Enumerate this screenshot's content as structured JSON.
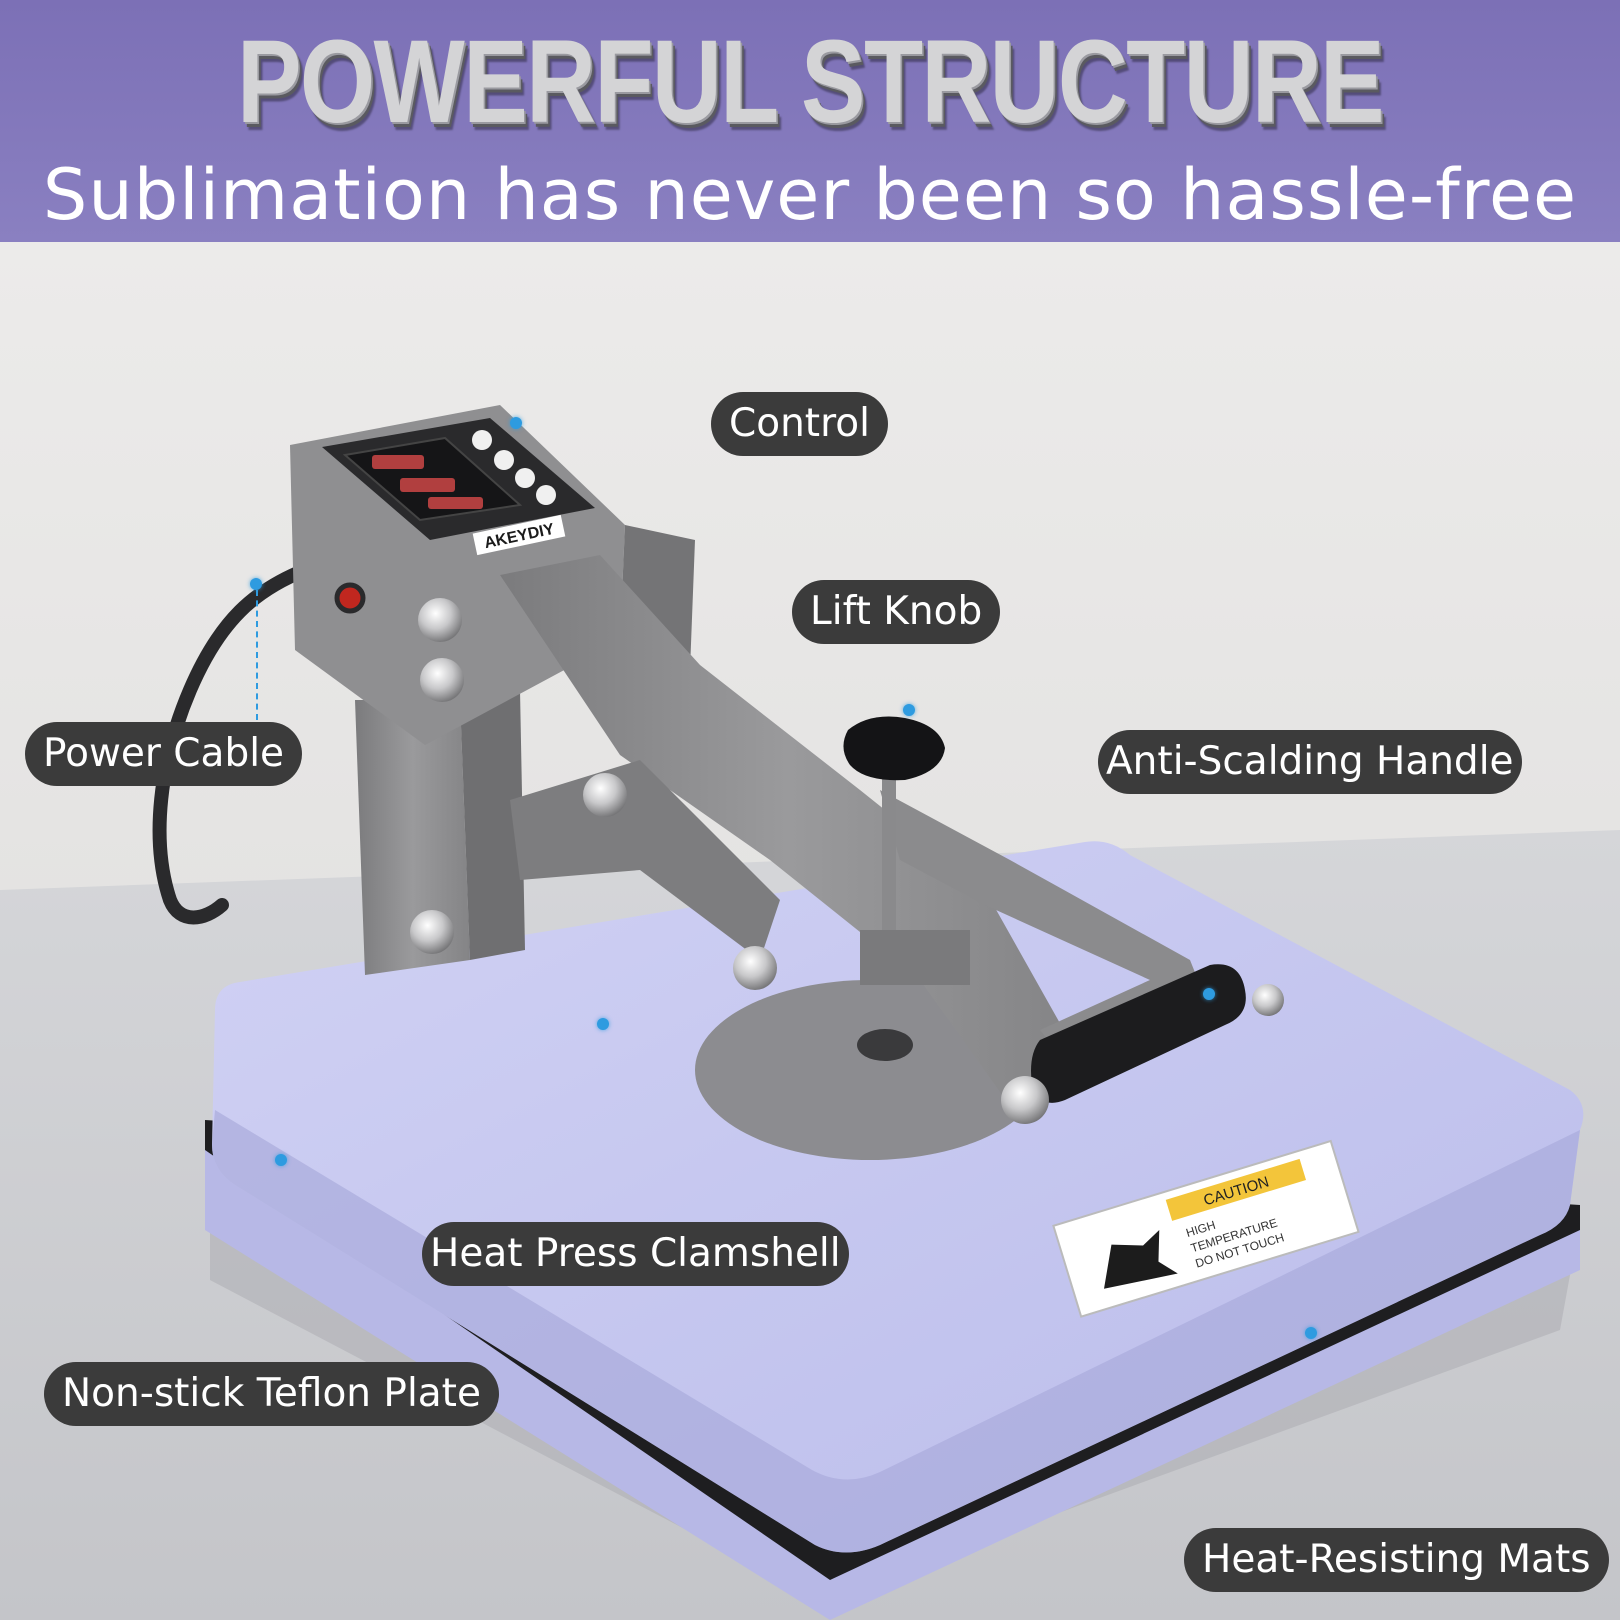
{
  "banner": {
    "headline": "POWERFUL STRUCTURE",
    "subtitle": "Sublimation has never been so hassle-free",
    "background_color": "#7f74b9"
  },
  "product": {
    "brand_label": "AKEYDIY",
    "warning_label": {
      "title": "CAUTION",
      "lines": [
        "HIGH",
        "TEMPERATURE",
        "DO NOT TOUCH"
      ]
    },
    "platen_color": "#c5c6ee",
    "frame_color": "#8e8e90"
  },
  "callouts": [
    {
      "id": "control",
      "label": "Control"
    },
    {
      "id": "lift-knob",
      "label": "Lift Knob"
    },
    {
      "id": "power-cable",
      "label": "Power Cable"
    },
    {
      "id": "anti-scalding-handle",
      "label": "Anti-Scalding Handle"
    },
    {
      "id": "heat-press-clamshell",
      "label": "Heat Press Clamshell"
    },
    {
      "id": "non-stick-teflon-plate",
      "label": "Non-stick Teflon Plate"
    },
    {
      "id": "heat-resisting-mats",
      "label": "Heat-Resisting Mats"
    }
  ],
  "marker_color": "#2e9be0"
}
